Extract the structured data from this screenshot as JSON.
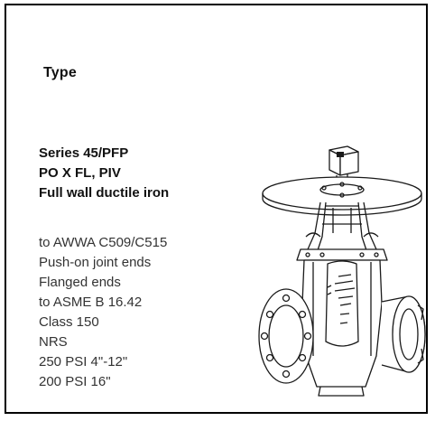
{
  "heading": "Type",
  "series": {
    "line1": "Series 45/PFP",
    "line2": "PO X FL, PIV",
    "line3": "Full wall ductile iron"
  },
  "specs": [
    "to AWWA C509/C515",
    "Push-on joint ends",
    "Flanged ends",
    "to ASME B 16.42",
    "Class 150",
    "NRS",
    "250 PSI 4\"-12\"",
    "200 PSI 16\""
  ],
  "illustration": {
    "icon": "gate-valve-icon",
    "line_color": "#1a1a1a"
  }
}
